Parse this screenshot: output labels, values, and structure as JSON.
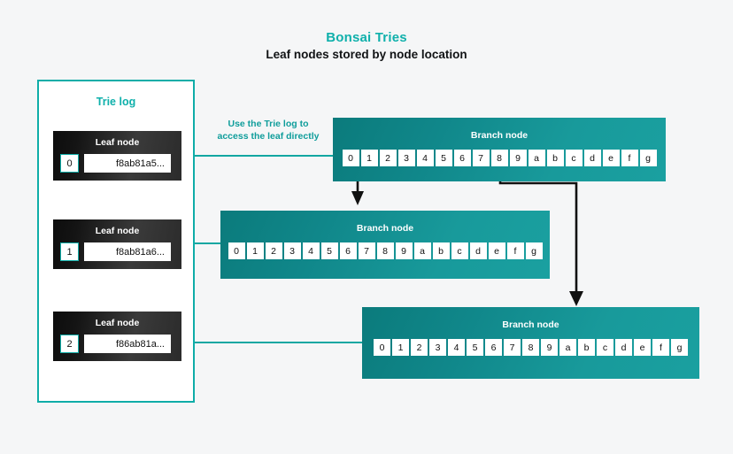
{
  "header": {
    "title": "Bonsai Tries",
    "subtitle": "Leaf nodes stored by node location"
  },
  "colors": {
    "accent_teal": "#0fb0ab",
    "node_teal_dark": "#0b7b7c",
    "node_teal_light": "#1aa0a0",
    "leaf_dark": "#141414",
    "background": "#f5f6f7",
    "connector_black": "#111111"
  },
  "trie_log": {
    "title": "Trie log",
    "leaf_nodes": [
      {
        "title": "Leaf node",
        "index": "0",
        "hash": "f8ab81a5..."
      },
      {
        "title": "Leaf node",
        "index": "1",
        "hash": "f8ab81a6..."
      },
      {
        "title": "Leaf node",
        "index": "2",
        "hash": "f86ab81a..."
      }
    ]
  },
  "annotation": {
    "line1": "Use the Trie log to",
    "line2": "access the leaf directly"
  },
  "branch_nodes": [
    {
      "title": "Branch node",
      "cells": [
        "0",
        "1",
        "2",
        "3",
        "4",
        "5",
        "6",
        "7",
        "8",
        "9",
        "a",
        "b",
        "c",
        "d",
        "e",
        "f",
        "g"
      ]
    },
    {
      "title": "Branch node",
      "cells": [
        "0",
        "1",
        "2",
        "3",
        "4",
        "5",
        "6",
        "7",
        "8",
        "9",
        "a",
        "b",
        "c",
        "d",
        "e",
        "f",
        "g"
      ]
    },
    {
      "title": "Branch node",
      "cells": [
        "0",
        "1",
        "2",
        "3",
        "4",
        "5",
        "6",
        "7",
        "8",
        "9",
        "a",
        "b",
        "c",
        "d",
        "e",
        "f",
        "g"
      ]
    }
  ]
}
